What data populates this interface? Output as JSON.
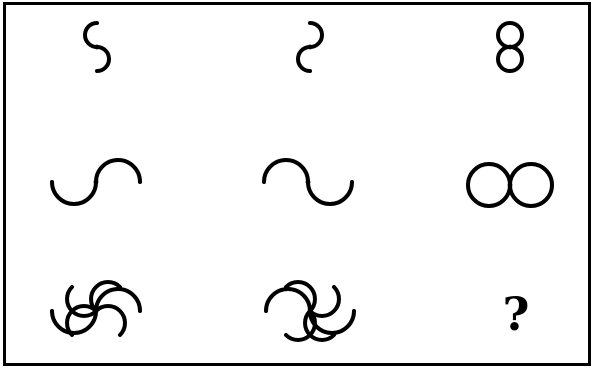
{
  "puzzle": {
    "question_mark": "?",
    "cells": [
      {
        "row": 1,
        "col": 1,
        "figure": "s-curve-icon"
      },
      {
        "row": 1,
        "col": 2,
        "figure": "mirrored-s-curve-icon"
      },
      {
        "row": 1,
        "col": 3,
        "figure": "figure-eight-icon"
      },
      {
        "row": 2,
        "col": 1,
        "figure": "horizontal-wave-icon"
      },
      {
        "row": 2,
        "col": 2,
        "figure": "mirrored-horizontal-wave-icon"
      },
      {
        "row": 2,
        "col": 3,
        "figure": "infinity-icon"
      },
      {
        "row": 3,
        "col": 1,
        "figure": "four-arm-swirl-icon"
      },
      {
        "row": 3,
        "col": 2,
        "figure": "mirrored-four-arm-swirl-icon"
      },
      {
        "row": 3,
        "col": 3,
        "figure": "missing-figure"
      }
    ]
  }
}
